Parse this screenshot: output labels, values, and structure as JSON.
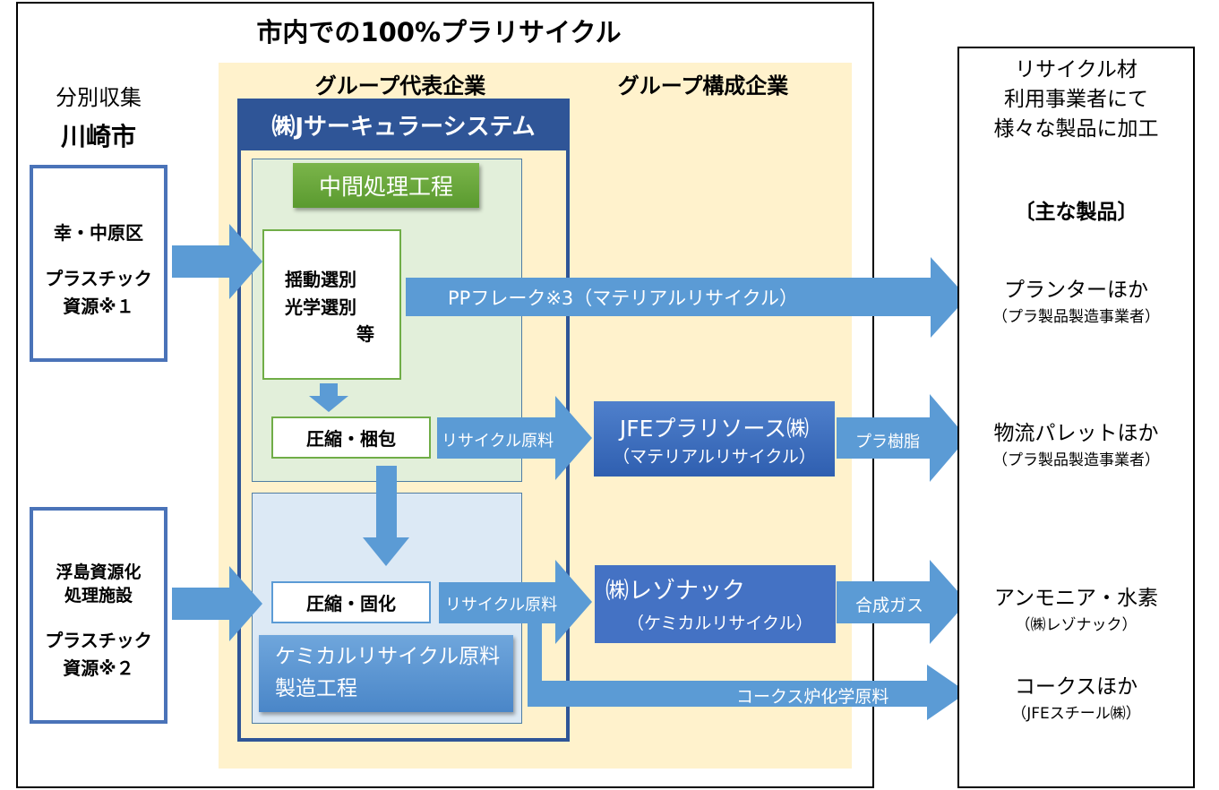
{
  "title": "市内での100%プラリサイクル",
  "colors": {
    "arrow_blue": "#5b9bd5",
    "group_bg": "#fff2cc",
    "navy": "#2f5597",
    "green_header": "#5fa032",
    "green_bg": "#e2efda",
    "lightblue_bg": "#dce9f5",
    "company_box": "#4472c4"
  },
  "left": {
    "heading": "分別収集",
    "city": "川崎市",
    "source1": {
      "area": "幸・中原区",
      "material_line1": "プラスチック",
      "material_line2": "資源※１"
    },
    "source2": {
      "facility_line1": "浮島資源化",
      "facility_line2": "処理施設",
      "material_line1": "プラスチック",
      "material_line2": "資源※２"
    }
  },
  "group": {
    "rep_heading": "グループ代表企業",
    "member_heading": "グループ構成企業",
    "rep_company": "㈱Jサーキュラーシステム",
    "intermediate": {
      "label": "中間処理工程",
      "sorting_line1": "揺動選別",
      "sorting_line2": "光学選別",
      "sorting_line3": "等",
      "packing": "圧縮・梱包"
    },
    "chemical": {
      "solidify": "圧縮・固化",
      "label_line1": "ケミカルリサイクル原料",
      "label_line2": "製造工程"
    },
    "companies": [
      {
        "name": "JFEプラリソース㈱",
        "type": "（マテリアルリサイクル）"
      },
      {
        "name": "㈱レゾナック",
        "type": "（ケミカルリサイクル）"
      }
    ]
  },
  "flows": {
    "pp_flake": "PPフレーク※3（マテリアルリサイクル）",
    "recycle_material_1": "リサイクル原料",
    "recycle_material_2": "リサイクル原料",
    "plastic_resin": "プラ樹脂",
    "synthesis_gas": "合成ガス",
    "coke_oven": "コークス炉化学原料"
  },
  "right": {
    "heading_line1": "リサイクル材",
    "heading_line2": "利用事業者にて",
    "heading_line3": "様々な製品に加工",
    "products_heading": "〔主な製品〕",
    "products": [
      {
        "name": "プランターほか",
        "maker": "（プラ製品製造事業者）"
      },
      {
        "name": "物流パレットほか",
        "maker": "（プラ製品製造事業者）"
      },
      {
        "name": "アンモニア・水素",
        "maker": "（㈱レゾナック）"
      },
      {
        "name": "コークスほか",
        "maker": "（JFEスチール㈱）"
      }
    ]
  }
}
